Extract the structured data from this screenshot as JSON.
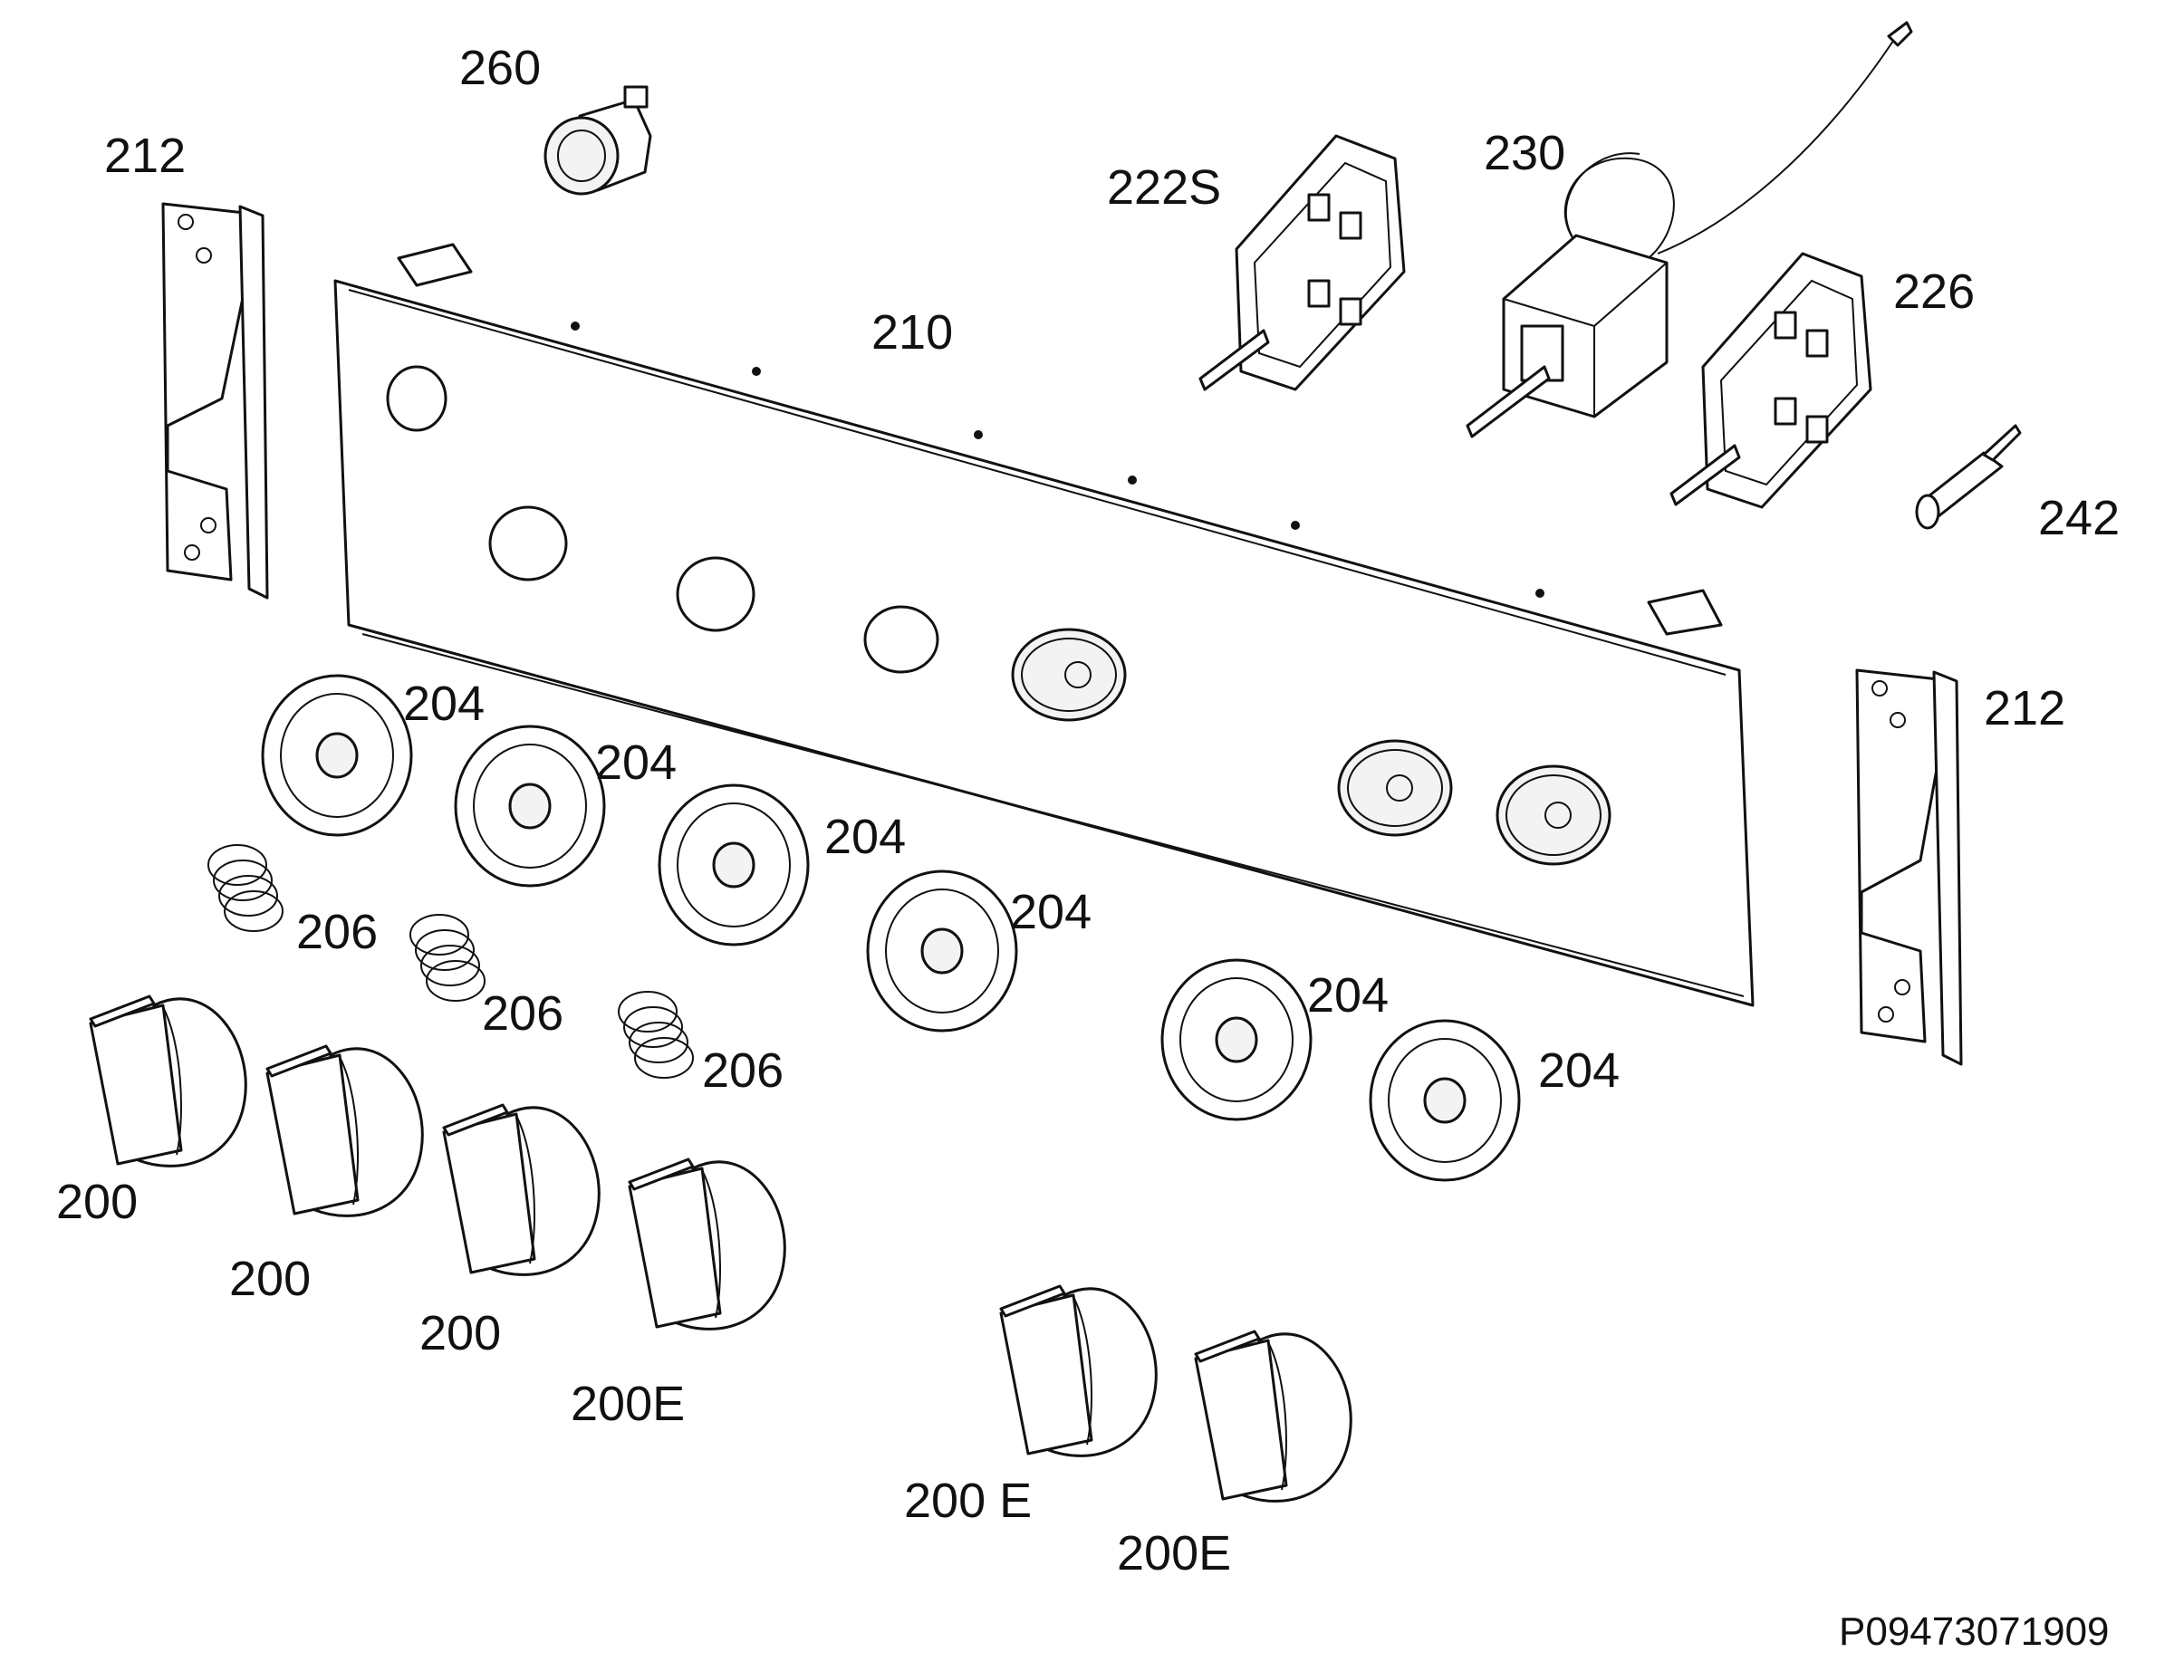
{
  "diagram": {
    "part_numbers": {
      "p260": "260",
      "p212_left": "212",
      "p222s": "222S",
      "p230": "230",
      "p210": "210",
      "p226": "226",
      "p242": "242",
      "p212_right": "212",
      "p204_a": "204",
      "p204_b": "204",
      "p204_c": "204",
      "p204_d": "204",
      "p204_e": "204",
      "p204_f": "204",
      "p206_a": "206",
      "p206_b": "206",
      "p206_c": "206",
      "p200_a": "200",
      "p200_b": "200",
      "p200_c": "200",
      "p200e_a": "200E",
      "p200e_b": "200 E",
      "p200e_c": "200E"
    },
    "drawing_code": "P09473071909"
  }
}
